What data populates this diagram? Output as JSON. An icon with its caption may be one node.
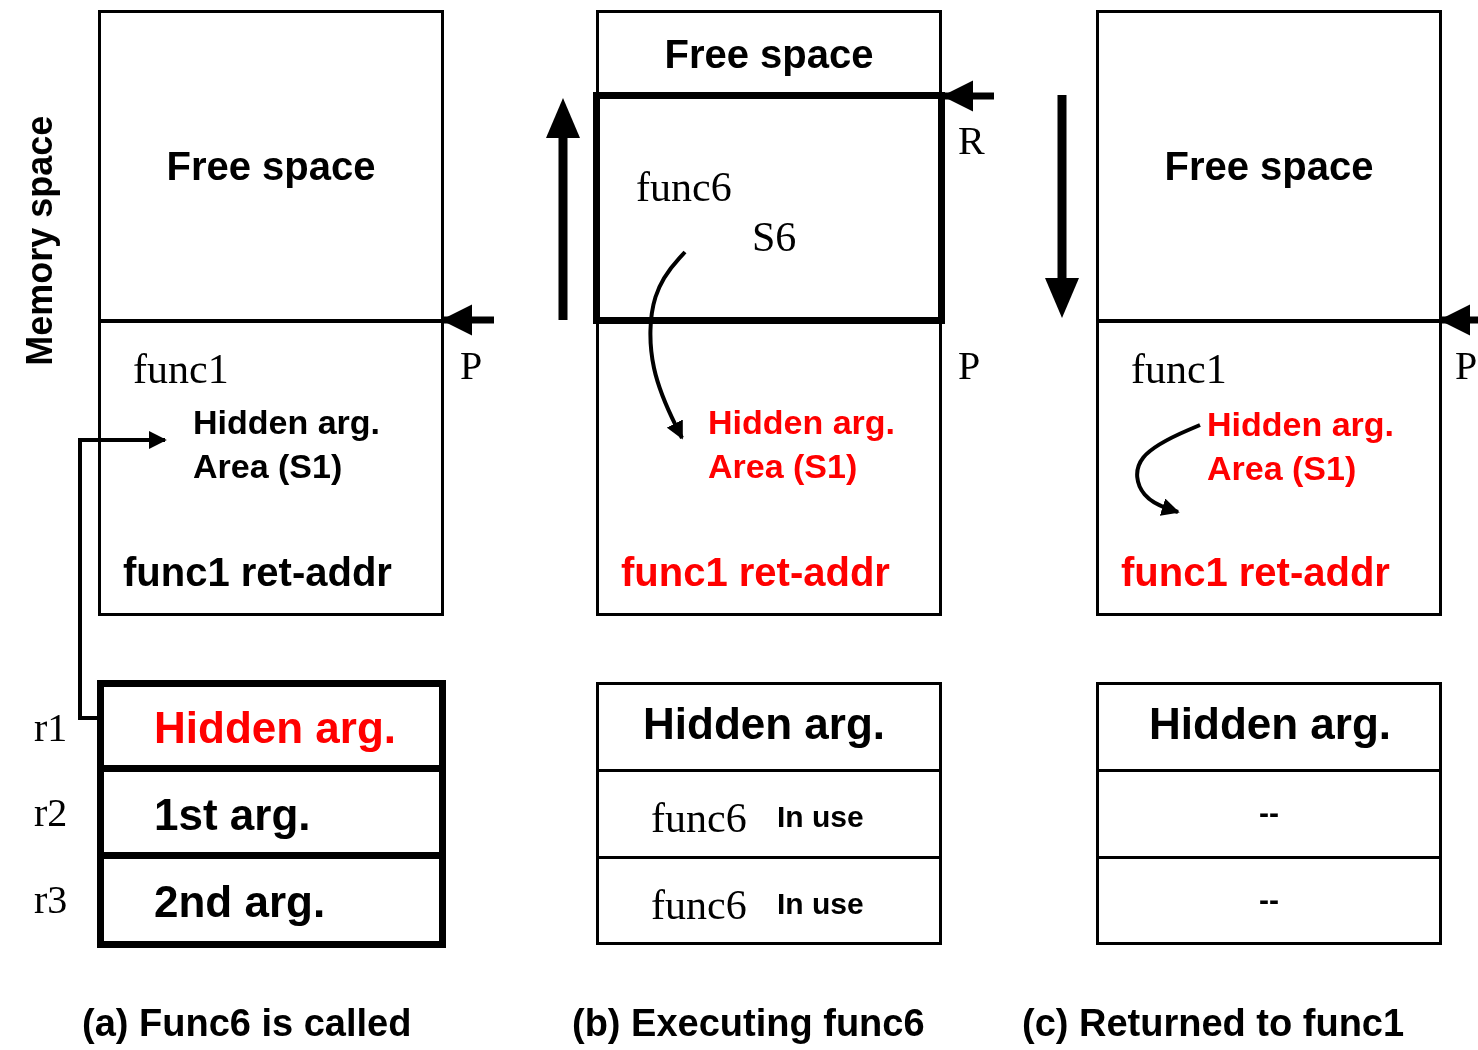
{
  "diagram": {
    "nodes": [
      {
        "text": [
          "Free space"
        ]
      },
      {
        "text": [
          "func1",
          "func1 ret-addr"
        ]
      },
      {
        "text": [
          "Hidden arg. Area (S1)"
        ],
        "in": 1
      },
      {
        "text": [
          "Hidden arg."
        ],
        "beside": [
          "r1"
        ]
      },
      {
        "text": [
          "1st arg."
        ],
        "beside": [
          "r2"
        ]
      },
      {
        "text": [
          "2nd arg."
        ],
        "beside": [
          "r3"
        ]
      },
      {
        "text": [
          "Free space"
        ]
      },
      {
        "text": [
          "func6",
          "S6"
        ]
      },
      {
        "text": [
          "func1 ret-addr"
        ]
      },
      {
        "text": [
          "Hidden arg. Area (S1)"
        ],
        "in": 8
      },
      {
        "text": [
          "Hidden arg."
        ]
      },
      {
        "text": [
          "func6",
          "In use"
        ]
      },
      {
        "text": [
          "func6",
          "In use"
        ]
      },
      {
        "text": [
          "Free space"
        ]
      },
      {
        "text": [
          "func1",
          "func1 ret-addr"
        ]
      },
      {
        "text": [
          "Hidden arg. Area (S1)"
        ],
        "in": 14
      },
      {
        "text": [
          "Hidden arg."
        ]
      },
      {
        "text": [
          "--"
        ]
      },
      {
        "text": [
          "--"
        ]
      }
    ],
    "edges": [
      {
        "from": 3,
        "to": 2,
        "arrow": "to"
      },
      {
        "from": null,
        "to": 1,
        "arrow": "to"
      },
      {
        "from": 7,
        "to": 9,
        "arrow": "to"
      },
      {
        "from": null,
        "to": 7,
        "arrow": "to"
      },
      {
        "from": 15,
        "to": null,
        "arrow": "to"
      },
      {
        "from": null,
        "to": 14,
        "arrow": "to"
      }
    ],
    "labels": [
      "Memory space",
      "P",
      "R",
      "P",
      "P",
      "(a) Func6 is called",
      "(b) Executing func6",
      "(c) Returned to func1"
    ]
  }
}
